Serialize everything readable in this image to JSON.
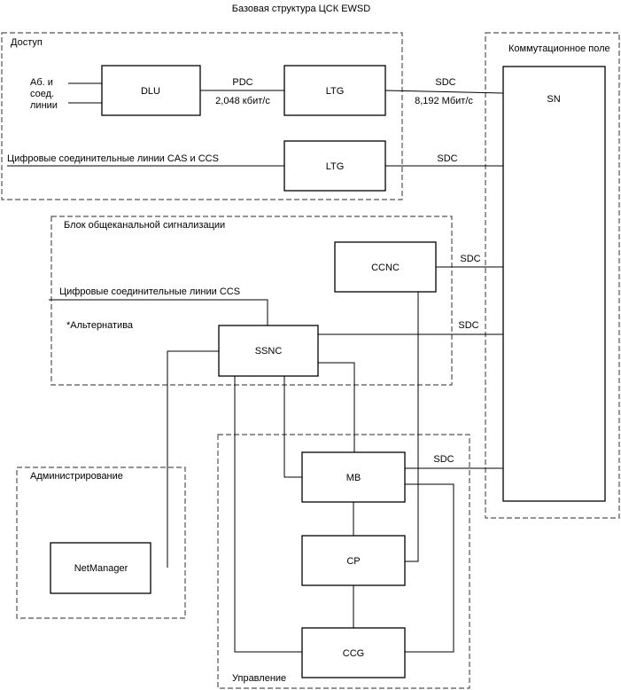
{
  "title": "Базовая структура ЦСК EWSD",
  "groups": {
    "access": "Доступ",
    "switching_field": "Коммутационное поле",
    "signaling": "Блок общеканальной сигнализации",
    "admin": "Администрирование",
    "control": "Управление"
  },
  "blocks": {
    "dlu": "DLU",
    "ltg1": "LTG",
    "ltg2": "LTG",
    "sn": "SN",
    "ccnc": "CCNC",
    "ssnc": "SSNC",
    "mb": "MB",
    "cp": "CP",
    "ccg": "CCG",
    "netmanager": "NetManager"
  },
  "labels": {
    "subscriber_lines": [
      "Аб. и",
      "соед.",
      "линии"
    ],
    "pdc": "PDC",
    "pdc_rate": "2,048 кбит/с",
    "sdc_1": "SDC",
    "sdc_rate": "8,192 Мбит/с",
    "digital_cas_ccs": "Цифровые соединительные линии CAS и CCS",
    "sdc_2": "SDC",
    "sdc_ccnc": "SDC",
    "digital_ccs": "Цифровые соединительные линии CCS",
    "alternative": "*Альтернатива",
    "sdc_ssnc": "SDC",
    "sdc_mb": "SDC"
  }
}
